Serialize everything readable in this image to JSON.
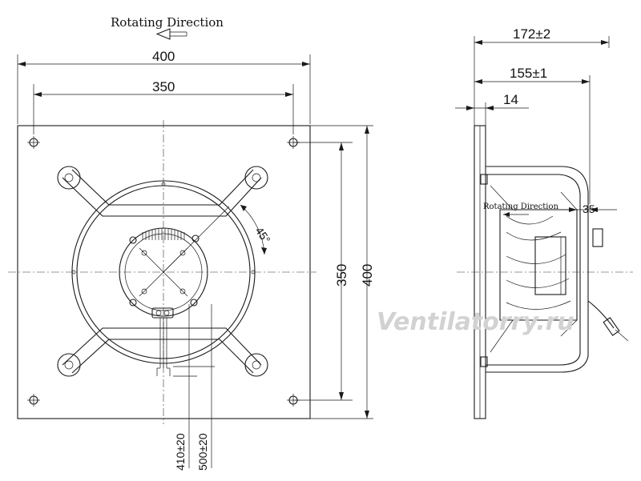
{
  "front_view": {
    "rotating_label": "Rotating Direction",
    "dim_width_outer": "400",
    "dim_width_holes": "350",
    "dim_height_holes": "350",
    "dim_height_outer": "400",
    "dim_angle": "45°",
    "dim_cable_1": "410±20",
    "dim_cable_2": "500±20"
  },
  "side_view": {
    "rotating_label": "Rotating Direction",
    "dim_depth_total": "172±2",
    "dim_depth_body": "155±1",
    "dim_plate": "14",
    "dim_inlet": "35"
  },
  "watermark": "Ventilatorry.ru"
}
